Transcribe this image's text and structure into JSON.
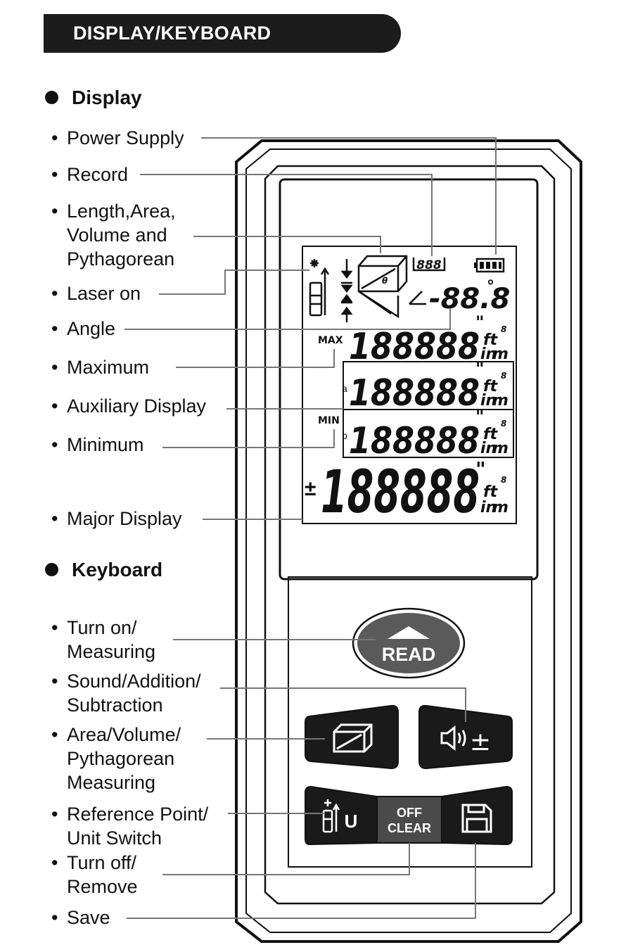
{
  "header": {
    "title": "DISPLAY/KEYBOARD"
  },
  "display_section": {
    "title": "Display",
    "labels": {
      "power_supply": "Power Supply",
      "record": "Record",
      "length_1": "Length,Area,",
      "length_2": "Volume and",
      "length_3": "Pythagorean",
      "laser_on": "Laser on",
      "angle": "Angle",
      "maximum": "Maximum",
      "auxiliary": "Auxiliary Display",
      "minimum": "Minimum",
      "major": "Major Display"
    }
  },
  "keyboard_section": {
    "title": "Keyboard",
    "labels": {
      "turn_on_1": "Turn on/",
      "turn_on_2": "Measuring",
      "sound_1": "Sound/Addition/",
      "sound_2": "Subtraction",
      "area_1": "Area/Volume/",
      "area_2": "Pythagorean",
      "area_3": "Measuring",
      "ref_1": "Reference Point/",
      "ref_2": "Unit Switch",
      "off_1": "Turn off/",
      "off_2": "Remove",
      "save": "Save"
    }
  },
  "lcd": {
    "record_digits": "888",
    "angle_value": "-88.8",
    "angle_unit": "°",
    "row_digits": "188888",
    "major_digits": "188888",
    "max_label": "MAX",
    "min_label": "MIN",
    "a_label": "a",
    "b_label": "b",
    "unit_ft": "ft",
    "unit_m": "m",
    "unit_in": "in",
    "unit_frac": "8",
    "inch_mark": "\"",
    "foot_mark": "'",
    "plus_minus": "±",
    "theta": "θ"
  },
  "buttons": {
    "read": "READ",
    "off_1": "OFF",
    "off_2": "CLEAR",
    "unit": "U",
    "plus_minus": "±"
  },
  "colors": {
    "ink": "#111111",
    "leader": "#777777",
    "read_button": "#5a5a5a",
    "dark_button": "#1a1a1a",
    "off_button": "#4a4a4a"
  }
}
